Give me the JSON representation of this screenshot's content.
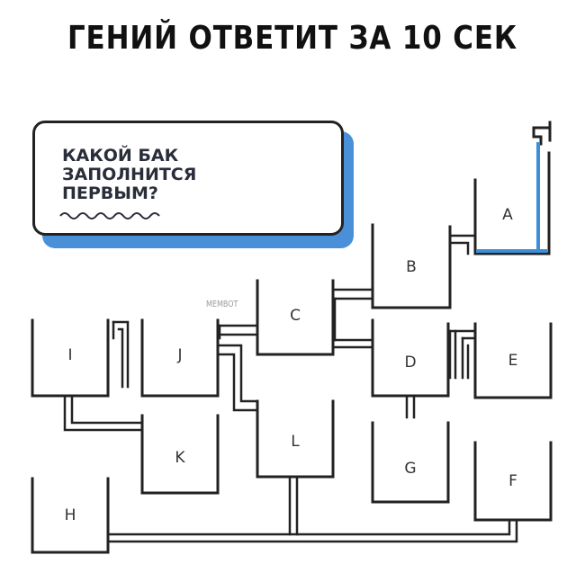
{
  "headline": "ГЕНИЙ ОТВЕТИТ ЗА 10 СЕК",
  "question": {
    "lines": [
      "КАКОЙ БАК",
      "ЗАПОЛНИТСЯ",
      "ПЕРВЫМ?"
    ]
  },
  "watermark": "MEMBOT",
  "tanks": [
    {
      "id": "A",
      "label": "A",
      "water_fill": 0.06
    },
    {
      "id": "B",
      "label": "B",
      "water_fill": 0
    },
    {
      "id": "C",
      "label": "C",
      "water_fill": 0
    },
    {
      "id": "D",
      "label": "D",
      "water_fill": 0
    },
    {
      "id": "E",
      "label": "E",
      "water_fill": 0
    },
    {
      "id": "F",
      "label": "F",
      "water_fill": 0
    },
    {
      "id": "G",
      "label": "G",
      "water_fill": 0
    },
    {
      "id": "H",
      "label": "H",
      "water_fill": 0
    },
    {
      "id": "I",
      "label": "I",
      "water_fill": 0
    },
    {
      "id": "J",
      "label": "J",
      "water_fill": 0
    },
    {
      "id": "K",
      "label": "K",
      "water_fill": 0
    },
    {
      "id": "L",
      "label": "L",
      "water_fill": 0
    }
  ],
  "colors": {
    "water": "#3c8fd6",
    "pipe": "#222222",
    "box_shadow": "#4a90d9",
    "text": "#111111"
  },
  "icons": [
    "water-tap-icon",
    "wavy-line-icon"
  ]
}
